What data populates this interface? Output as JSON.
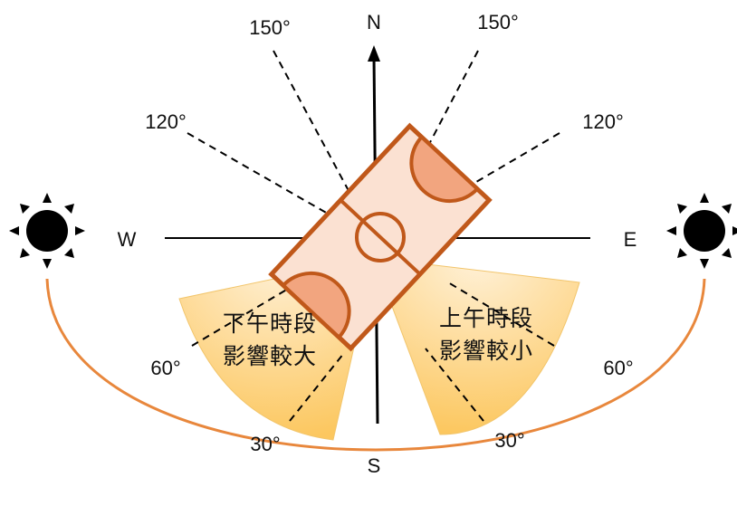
{
  "compass": {
    "north": "N",
    "south": "S",
    "east": "E",
    "west": "W"
  },
  "angle_labels": {
    "upper_left_150": "150°",
    "upper_right_150": "150°",
    "upper_left_120": "120°",
    "upper_right_120": "120°",
    "lower_left_60": "60°",
    "lower_right_60": "60°",
    "lower_left_30": "30°",
    "lower_right_30": "30°"
  },
  "sectors": {
    "afternoon": {
      "line1": "下午時段",
      "line2": "影響較大"
    },
    "morning": {
      "line1": "上午時段",
      "line2": "影響較小"
    }
  },
  "colors": {
    "court_outline": "#c0581a",
    "court_fill": "#fbe1d2",
    "key_fill": "#f2a57f",
    "sector_fill": "#fcd47a",
    "sun_path": "#e8873c",
    "sun": "#000000"
  },
  "icons": {
    "sun_left": "sun-icon",
    "sun_right": "sun-icon"
  }
}
